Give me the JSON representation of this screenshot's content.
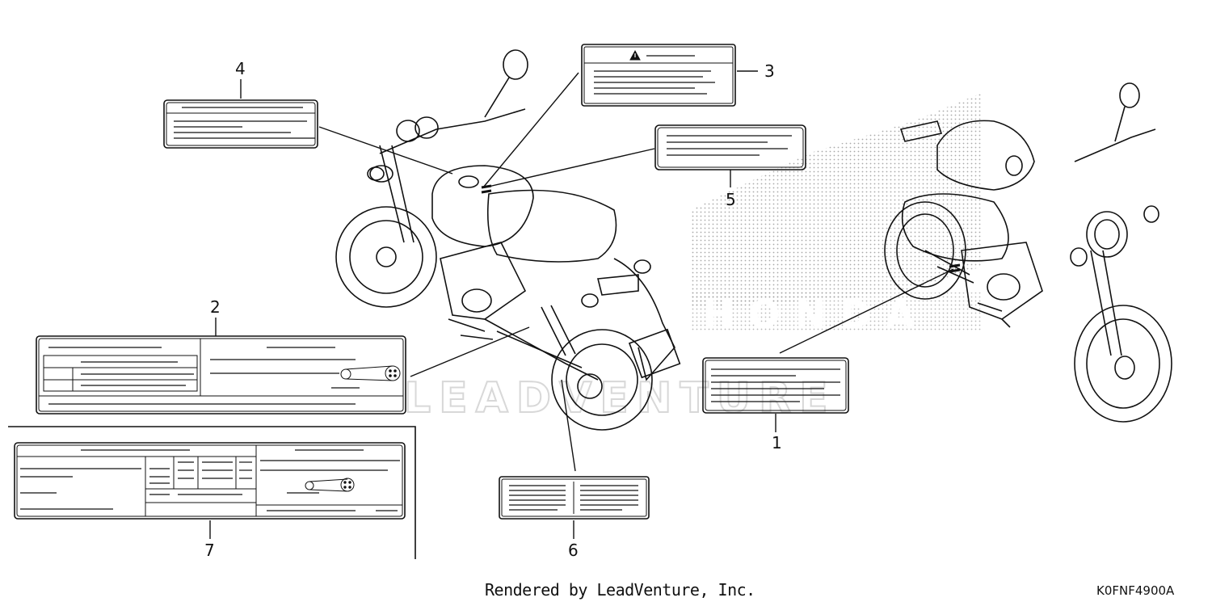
{
  "callouts": {
    "c1": "1",
    "c2": "2",
    "c3": "3",
    "c4": "4",
    "c5": "5",
    "c6": "6",
    "c7": "7"
  },
  "footer": {
    "rendered_by": "Rendered by LeadVenture, Inc.",
    "diagram_code": "K0FNF4900A"
  },
  "watermark": {
    "text": "LEADVENTURE",
    "brand_text": "HONDA"
  },
  "icons": {
    "warning": "warning-triangle-icon",
    "chain": "drive-chain-icon"
  },
  "colors": {
    "line": "#111111",
    "halftone": "#9a9a9a",
    "watermark": "#d8d8d8"
  }
}
